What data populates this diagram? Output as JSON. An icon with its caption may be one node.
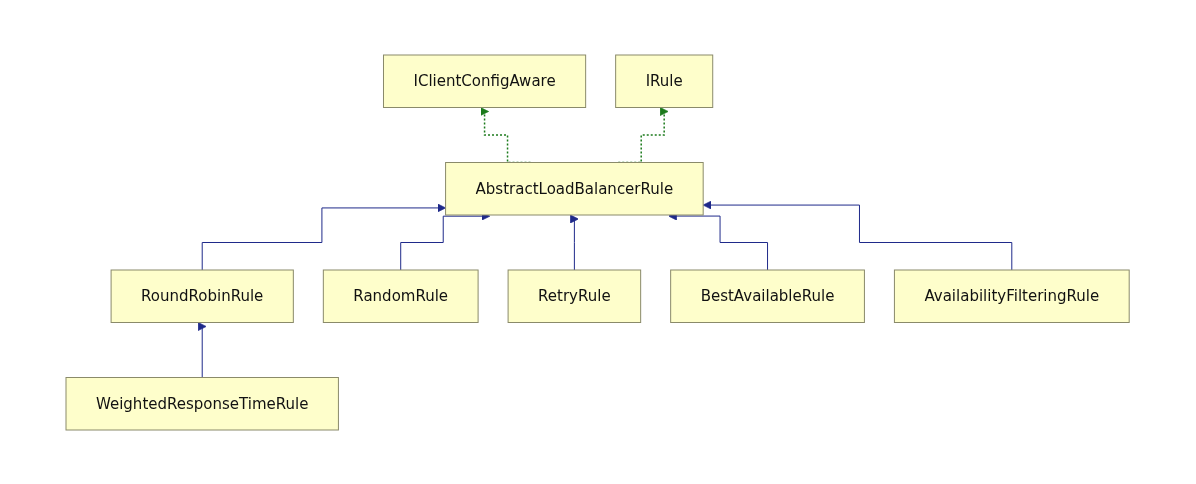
{
  "diagram": {
    "nodes": [
      {
        "text": [
          "IClientConfigAware"
        ]
      },
      {
        "text": [
          "IRule"
        ]
      },
      {
        "text": [
          "AbstractLoadBalancerRule"
        ]
      },
      {
        "text": [
          "RoundRobinRule"
        ]
      },
      {
        "text": [
          "RandomRule"
        ]
      },
      {
        "text": [
          "RetryRule"
        ]
      },
      {
        "text": [
          "BestAvailableRule"
        ]
      },
      {
        "text": [
          "AvailabilityFilteringRule"
        ]
      },
      {
        "text": [
          "WeightedResponseTimeRule"
        ]
      }
    ],
    "edges": [
      {
        "from": 2,
        "to": 0,
        "arrow": "to",
        "style": "dashed",
        "color": "#1b7a1b"
      },
      {
        "from": 2,
        "to": 1,
        "arrow": "to",
        "style": "dashed",
        "color": "#1b7a1b"
      },
      {
        "from": 3,
        "to": 2,
        "arrow": "to"
      },
      {
        "from": 4,
        "to": 2,
        "arrow": "to"
      },
      {
        "from": 5,
        "to": 2,
        "arrow": "to"
      },
      {
        "from": 6,
        "to": 2,
        "arrow": "to"
      },
      {
        "from": 7,
        "to": 2,
        "arrow": "to"
      },
      {
        "from": 8,
        "to": 3,
        "arrow": "to"
      }
    ]
  }
}
